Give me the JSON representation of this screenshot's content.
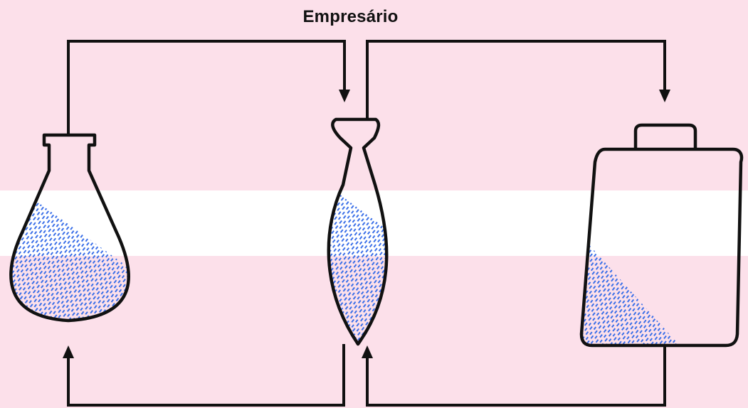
{
  "diagram": {
    "title": "Empresário",
    "colors": {
      "band_pink": "#fce0ea",
      "band_white": "#ffffff",
      "stroke": "#111111",
      "hatch": "#3a6fe8"
    },
    "nodes": [
      {
        "id": "erlenmeyer-flask",
        "icon": "erlenmeyer-flask-icon",
        "fill_level": 0.55
      },
      {
        "id": "tie-shaped-funnel",
        "icon": "separatory-funnel-icon",
        "fill_level": 0.5
      },
      {
        "id": "container",
        "icon": "container-icon",
        "fill_level": 0.5
      }
    ],
    "edges": [
      {
        "from": "erlenmeyer-flask",
        "to": "tie-shaped-funnel",
        "route": "top"
      },
      {
        "from": "tie-shaped-funnel",
        "to": "container",
        "route": "top"
      },
      {
        "from": "tie-shaped-funnel",
        "to": "erlenmeyer-flask",
        "route": "bottom"
      },
      {
        "from": "container",
        "to": "tie-shaped-funnel",
        "route": "bottom"
      }
    ]
  }
}
